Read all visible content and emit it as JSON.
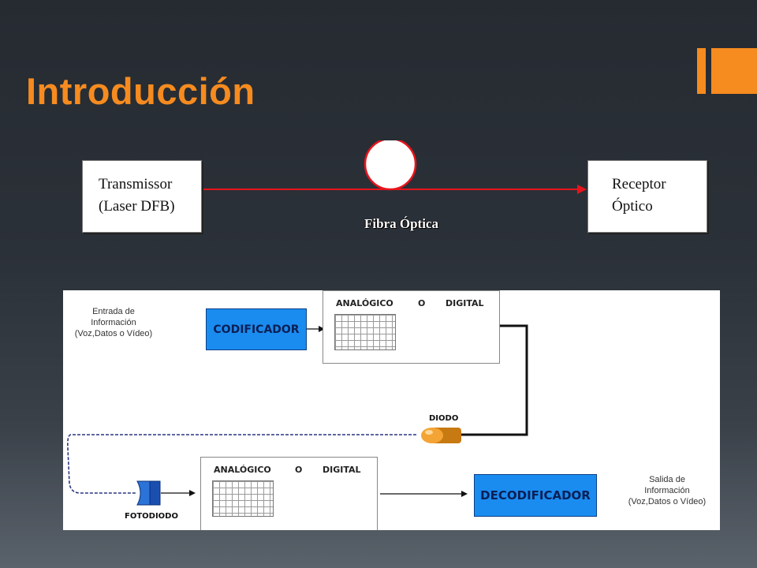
{
  "slide": {
    "title": "Introducción"
  },
  "diagram_top": {
    "transmitter": {
      "line1": "Transmissor",
      "line2": "(Laser DFB)"
    },
    "receiver": {
      "line1": "Receptor",
      "line2": "Óptico"
    },
    "fiber_label": "Fibra Óptica",
    "line_color": "#e8141c"
  },
  "diagram_bottom": {
    "input": {
      "line1": "Entrada de",
      "line2": "Información",
      "line3": "(Voz,Datos o Vídeo)"
    },
    "output": {
      "line1": "Salida de",
      "line2": "Información",
      "line3": "(Voz,Datos o Vídeo)"
    },
    "encoder_label": "CODIFICADOR",
    "decoder_label": "DECODIFICADOR",
    "signal_panel_top": {
      "analog": "ANALÓGICO",
      "or": "O",
      "digital": "DIGITAL"
    },
    "signal_panel_bottom": {
      "analog": "ANALÓGICO",
      "or": "O",
      "digital": "DIGITAL"
    },
    "diode_label": "DIODO",
    "photodiode_label": "FOTODIODO",
    "block_color": "#1a8cf0"
  },
  "colors": {
    "accent": "#f68b1f",
    "background": "#262b32"
  }
}
